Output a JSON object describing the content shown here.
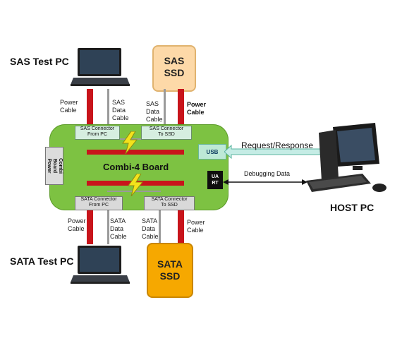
{
  "labels": {
    "sas_test_pc": "SAS Test PC",
    "sata_test_pc": "SATA Test PC",
    "host_pc": "HOST PC",
    "sas_ssd": [
      "SAS",
      "SSD"
    ],
    "sata_ssd": [
      "SATA",
      "SSD"
    ],
    "board": "Combi-4 Board",
    "combi_board_power": [
      "Combi",
      "Board",
      "Power"
    ],
    "usb": "USB",
    "uart": [
      "UA",
      "RT"
    ],
    "request_response": "Request/Response",
    "debugging_data": "Debugging Data"
  },
  "connectors": {
    "sas_from_pc": [
      "SAS Connector",
      "From PC"
    ],
    "sas_to_ssd": [
      "SAS Connector",
      "To SSD"
    ],
    "sata_from_pc": [
      "SATA Connector",
      "From PC"
    ],
    "sata_to_ssd": [
      "SATA Connector",
      "To SSD"
    ]
  },
  "cables": {
    "top_left_power": [
      "Power",
      "Cable"
    ],
    "top_left_data": [
      "SAS",
      "Data",
      "Cable"
    ],
    "top_right_data": [
      "SAS",
      "Data",
      "Cable"
    ],
    "top_right_power": [
      "Power",
      "Cable"
    ],
    "bottom_left_power": [
      "Power",
      "Cable"
    ],
    "bottom_left_data": [
      "SATA",
      "Data",
      "Cable"
    ],
    "bottom_right_data": [
      "SATA",
      "Data",
      "Cable"
    ],
    "bottom_right_power": [
      "Power",
      "Cable"
    ]
  },
  "colors": {
    "board": "#7dc242",
    "power_wire": "#c8141b",
    "data_wire": "#9a9a9a",
    "sas_ssd": "#fdd9a8",
    "sata_ssd": "#f6a800",
    "lightning": "#f3e21c"
  },
  "icons": [
    "laptop-icon",
    "desktop-computer-icon",
    "lightning-icon"
  ]
}
